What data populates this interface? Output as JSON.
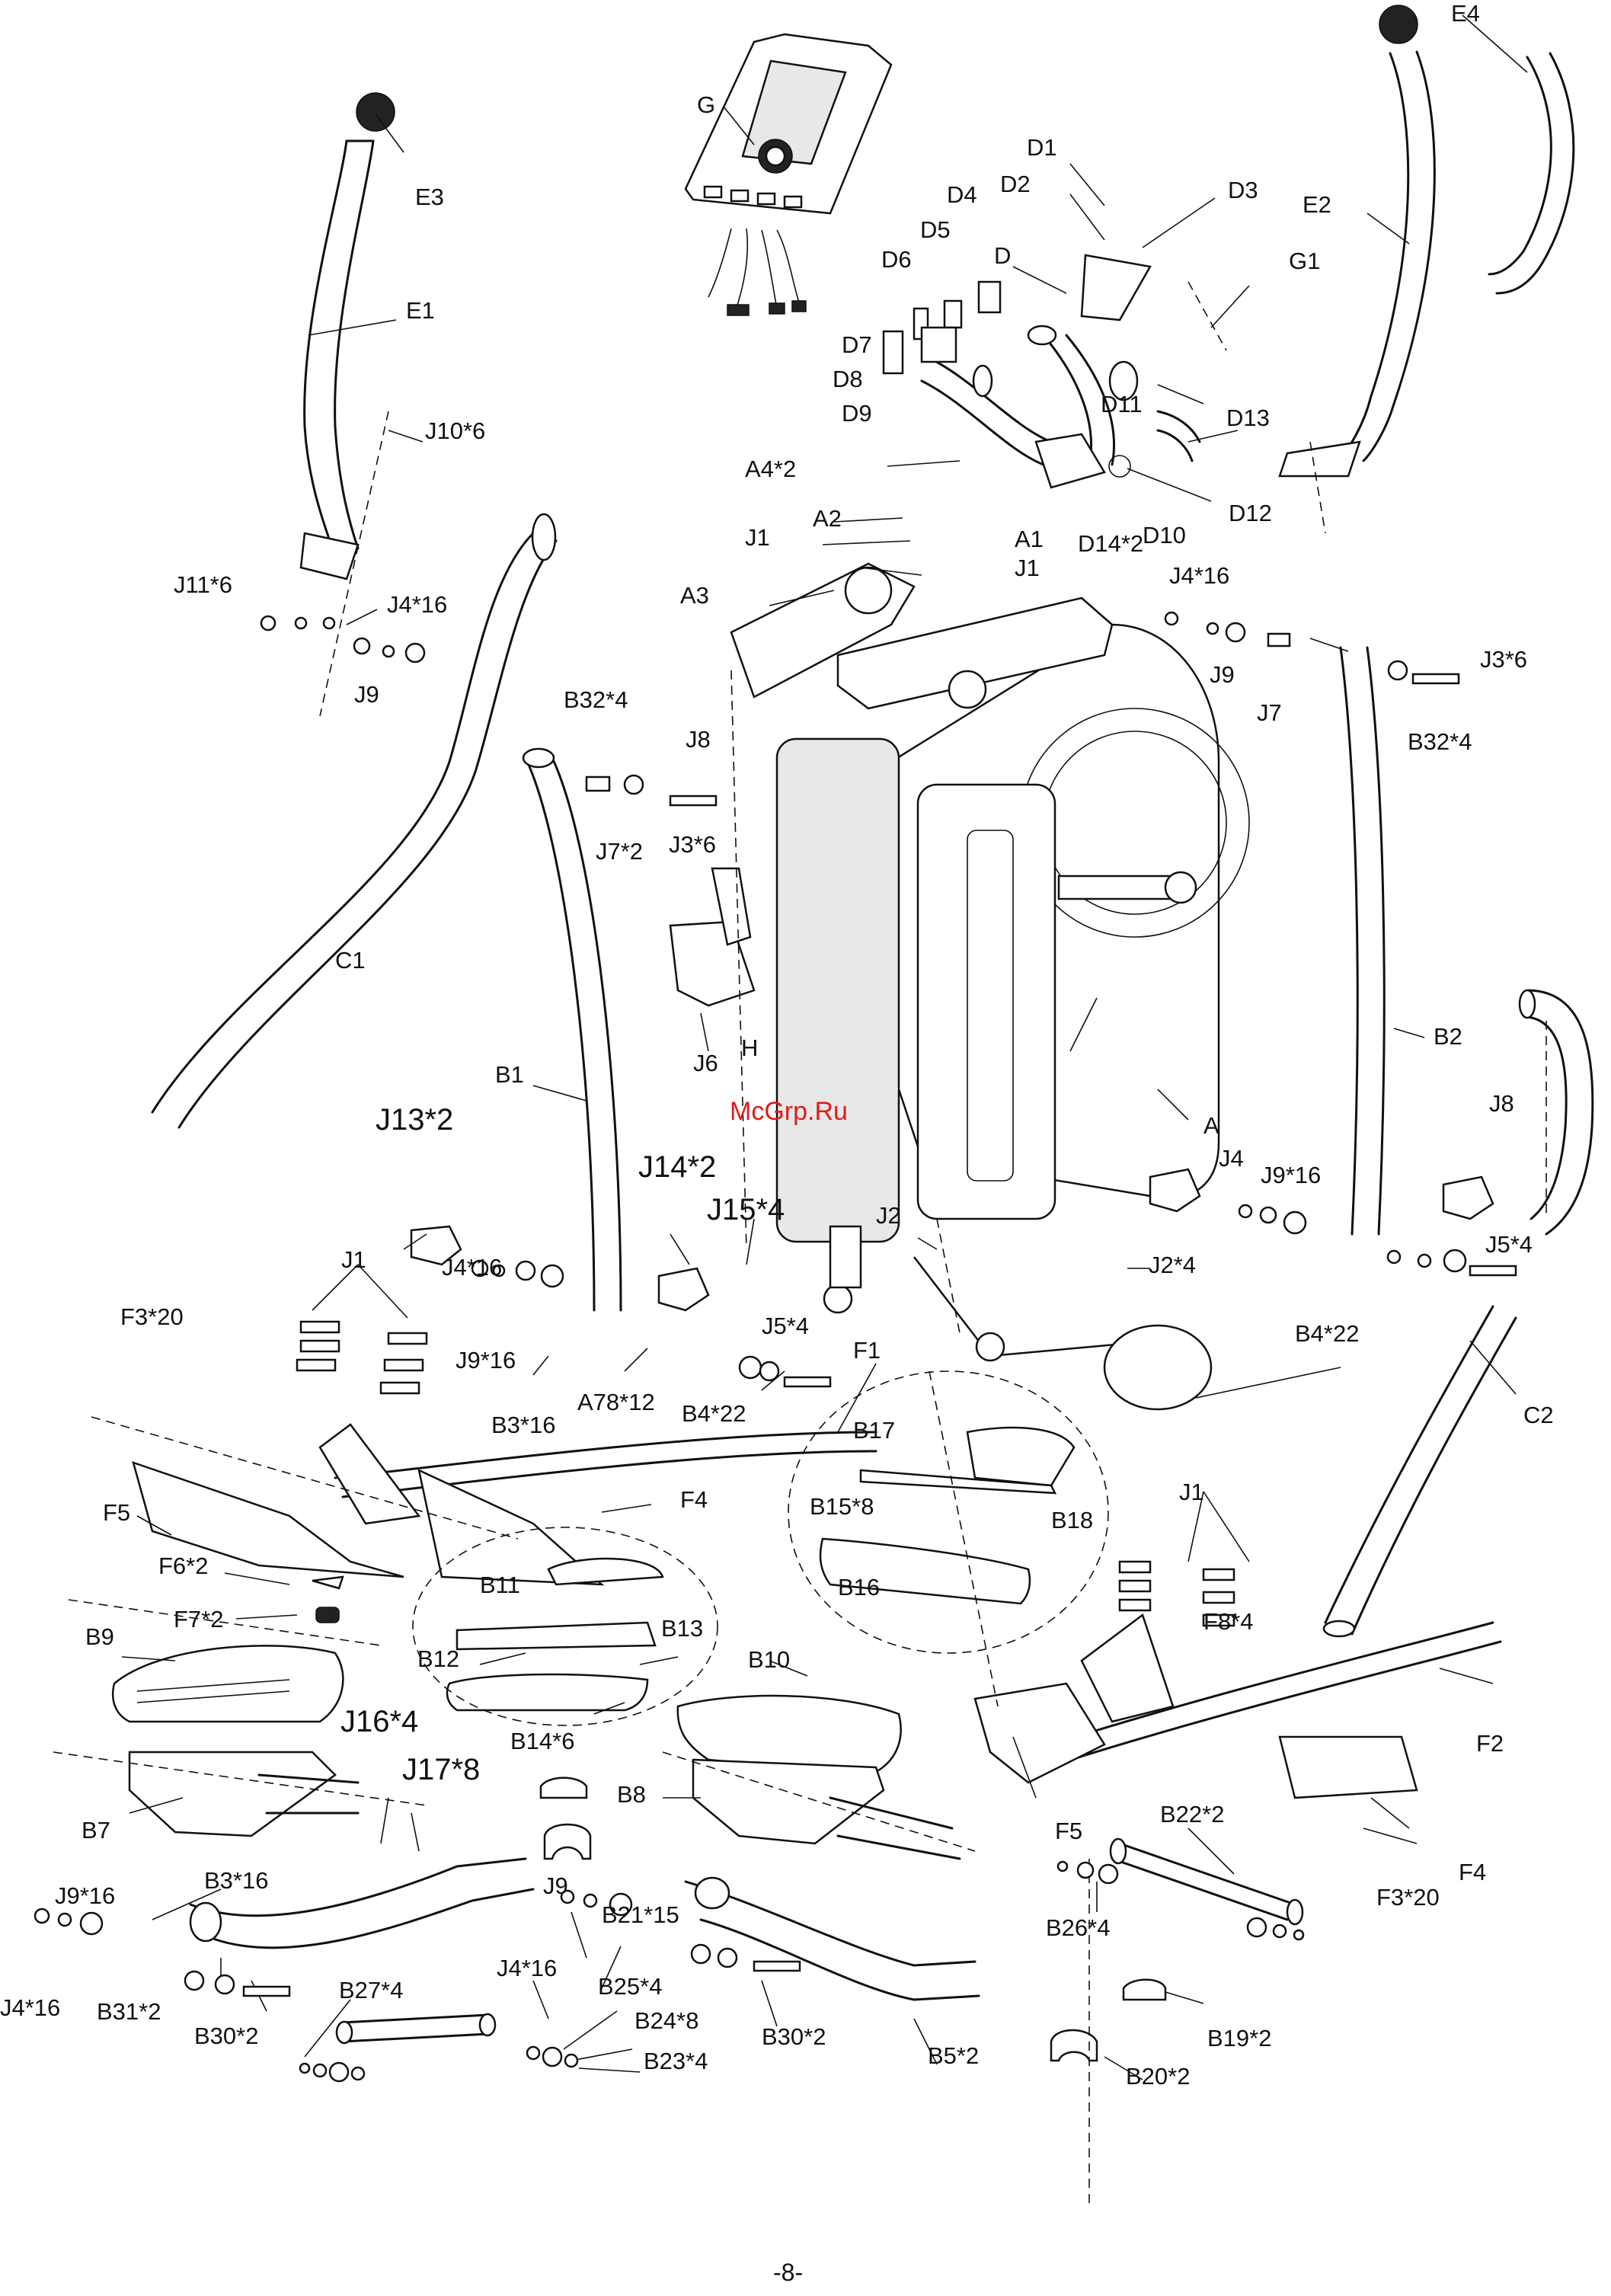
{
  "page_number": "-8-",
  "watermark": "McGrp.Ru",
  "labels": {
    "G": "G",
    "E4": "E4",
    "E3": "E3",
    "E1": "E1",
    "E2": "E2",
    "D1": "D1",
    "D2": "D2",
    "D3": "D3",
    "D4": "D4",
    "D5": "D5",
    "D6": "D6",
    "D": "D",
    "G1": "G1",
    "D7": "D7",
    "D8": "D8",
    "D9": "D9",
    "D11": "D11",
    "D13": "D13",
    "J10x6": "J10*6",
    "A4x2": "A4*2",
    "D12": "D12",
    "D14x2": "D14*2",
    "D10": "D10",
    "A2": "A2",
    "A1": "A1",
    "J1_a": "J1",
    "J1_b": "J1",
    "A3": "A3",
    "J11x6": "J11*6",
    "J4x16_a": "J4*16",
    "J4x16_b": "J4*16",
    "J9_a": "J9",
    "J9_b": "J9",
    "B32x4_a": "B32*4",
    "B32x4_b": "B32*4",
    "J3x6_a": "J3*6",
    "J3x6_b": "J3*6",
    "J7": "J7",
    "J7x2": "J7*2",
    "J8_a": "J8",
    "J8_b": "J8",
    "C1": "C1",
    "J6": "J6",
    "H": "H",
    "B1": "B1",
    "B2": "B2",
    "A": "A",
    "J13x2": "J13*2",
    "J14x2": "J14*2",
    "J15x4": "J15*4",
    "J4": "J4",
    "J9x16_a": "J9*16",
    "J9x16_b": "J9*16",
    "J1_c": "J1",
    "J2": "J2",
    "J2x4": "J2*4",
    "J4x16_c": "J4*16",
    "J5x4_a": "J5*4",
    "J5x4_b": "J5*4",
    "F3x20_a": "F3*20",
    "B4x22_a": "B4*22",
    "B4x22_b": "B4*22",
    "C2": "C2",
    "A78x12": "A78*12",
    "B3x16_a": "B3*16",
    "F1": "F1",
    "B17": "B17",
    "F4_a": "F4",
    "F5_a": "F5",
    "B15x8": "B15*8",
    "B18": "B18",
    "J1_d": "J1",
    "F6x2": "F6*2",
    "B11": "B11",
    "B16": "B16",
    "F7x2": "F7*2",
    "F8x4": "F8*4",
    "B9": "B9",
    "B13": "B13",
    "B10": "B10",
    "B12": "B12",
    "F2": "F2",
    "J16x4": "J16*4",
    "B14x6": "B14*6",
    "J17x8": "J17*8",
    "B8": "B8",
    "B7": "B7",
    "F5_b": "F5",
    "B22x2": "B22*2",
    "F4_b": "F4",
    "B3x16_b": "B3*16",
    "F3x20_b": "F3*20",
    "J9x16_c": "J9*16",
    "J9_c": "J9",
    "B21x15": "B21*15",
    "B26x4": "B26*4",
    "J4x16_d": "J4*16",
    "J4x16_e": "J4*16",
    "B31x2": "B31*2",
    "B27x4": "B27*4",
    "B25x4": "B25*4",
    "B30x2_a": "B30*2",
    "B30x2_b": "B30*2",
    "B24x8": "B24*8",
    "B19x2": "B19*2",
    "B23x4": "B23*4",
    "B5x2": "B5*2",
    "B20x2": "B20*2"
  }
}
